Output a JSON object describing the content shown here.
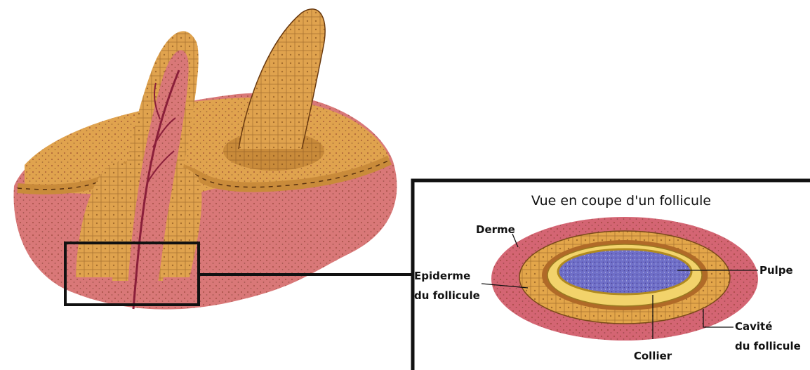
{
  "inset": {
    "title": "Vue en coupe d'un follicule",
    "labels": {
      "derme": "Derme",
      "epiderme_line1": "Epiderme",
      "epiderme_line2": "du follicule",
      "pulpe": "Pulpe",
      "cavite_line1": "Cavité",
      "cavite_line2": "du follicule",
      "collier": "Collier"
    }
  },
  "colors": {
    "dermis": "#d96a6a",
    "epidermis": "#e3a64a",
    "collar": "#f2d36b",
    "pulp": "#6f6fc8",
    "frame": "#111111"
  }
}
